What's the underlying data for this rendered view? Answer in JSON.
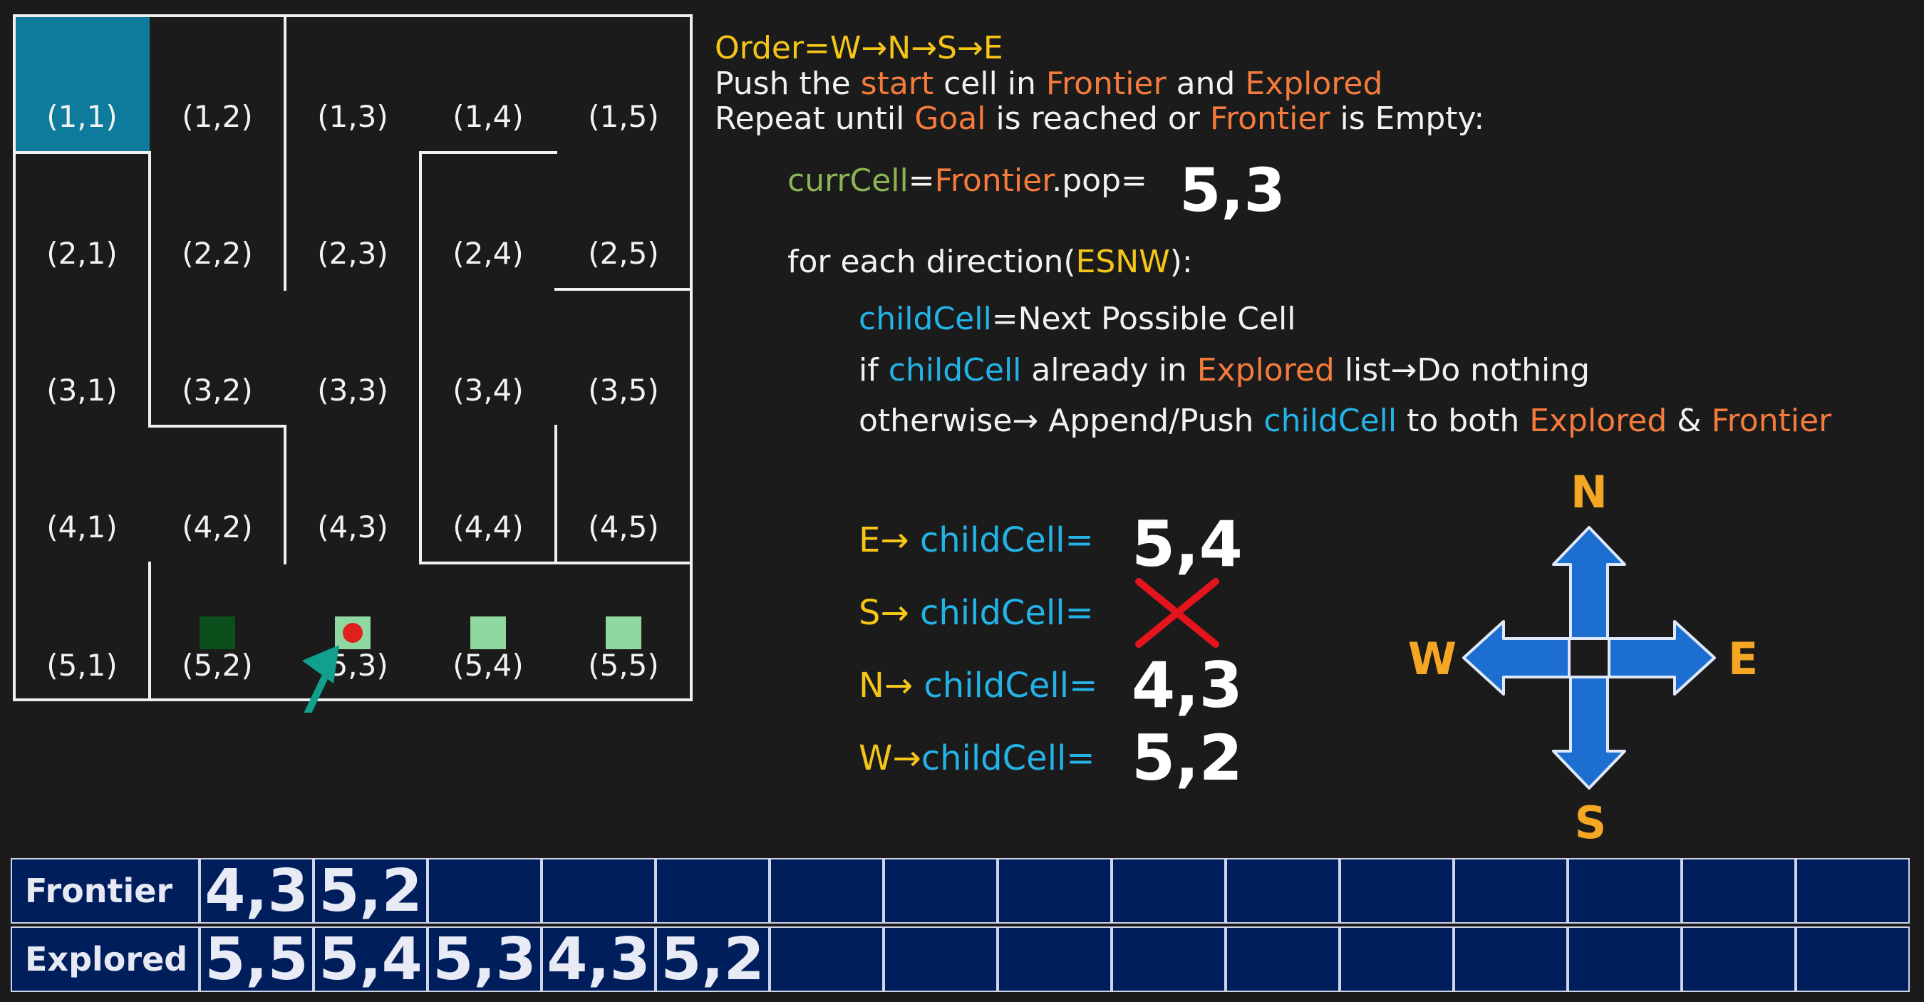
{
  "maze": {
    "cells": [
      [
        "(1,1)",
        "(1,2)",
        "(1,3)",
        "(1,4)",
        "(1,5)"
      ],
      [
        "(2,1)",
        "(2,2)",
        "(2,3)",
        "(2,4)",
        "(2,5)"
      ],
      [
        "(3,1)",
        "(3,2)",
        "(3,3)",
        "(3,4)",
        "(3,5)"
      ],
      [
        "(4,1)",
        "(4,2)",
        "(4,3)",
        "(4,4)",
        "(4,5)"
      ],
      [
        "(5,1)",
        "(5,2)",
        "(5,3)",
        "(5,4)",
        "(5,5)"
      ]
    ],
    "goal_color": "#0e7a9c",
    "visited_dark_color": "#0b4f1d",
    "visited_light_color": "#8fd9a0",
    "current_dot_color": "#e0201c",
    "arrow_color": "#12a08e"
  },
  "algorithm": {
    "order": "Order=W→N→S→E",
    "push_prefix": "Push the ",
    "push_start": "start",
    "push_mid": " cell in ",
    "push_frontier": "Frontier",
    "push_and": " and ",
    "push_explored": "Explored",
    "repeat_prefix": "Repeat until ",
    "repeat_goal": "Goal",
    "repeat_mid": " is reached or ",
    "repeat_frontier": "Frontier",
    "repeat_suffix": " is Empty:",
    "curr_var": "currCell",
    "curr_eq": "=",
    "curr_frontier": "Frontier",
    "curr_pop": ".pop=",
    "curr_value": "5,3",
    "foreach_prefix": "for each direction(",
    "foreach_dirs": "ESNW",
    "foreach_suffix": "):",
    "child_var": "childCell",
    "child_rest": "=Next Possible Cell",
    "if_prefix": "if ",
    "if_child": "childCell",
    "if_mid": " already in ",
    "if_explored": "Explored",
    "if_suffix": " list→Do nothing",
    "else_prefix": "otherwise→ Append/Push ",
    "else_child": "childCell",
    "else_mid": " to both ",
    "else_explored": "Explored",
    "else_amp": " & ",
    "else_frontier": "Frontier"
  },
  "directions": [
    {
      "dir": "E→ ",
      "label": "childCell=",
      "value": "5,4",
      "blocked": false
    },
    {
      "dir": "S→ ",
      "label": "childCell=",
      "value": "",
      "blocked": true
    },
    {
      "dir": "N→ ",
      "label": "childCell=",
      "value": "4,3",
      "blocked": false
    },
    {
      "dir": "W→",
      "label": "childCell=",
      "value": "5,2",
      "blocked": false
    }
  ],
  "compass": {
    "n": "N",
    "s": "S",
    "e": "E",
    "w": "W",
    "arrow_color": "#1c6fd0",
    "letter_color": "#f5a623"
  },
  "queues": {
    "frontier_label": "Frontier",
    "frontier": [
      "4,3",
      "5,2"
    ],
    "explored_label": "Explored",
    "explored": [
      "5,5",
      "5,4",
      "5,3",
      "4,3",
      "5,2"
    ],
    "total_cells": 15
  }
}
